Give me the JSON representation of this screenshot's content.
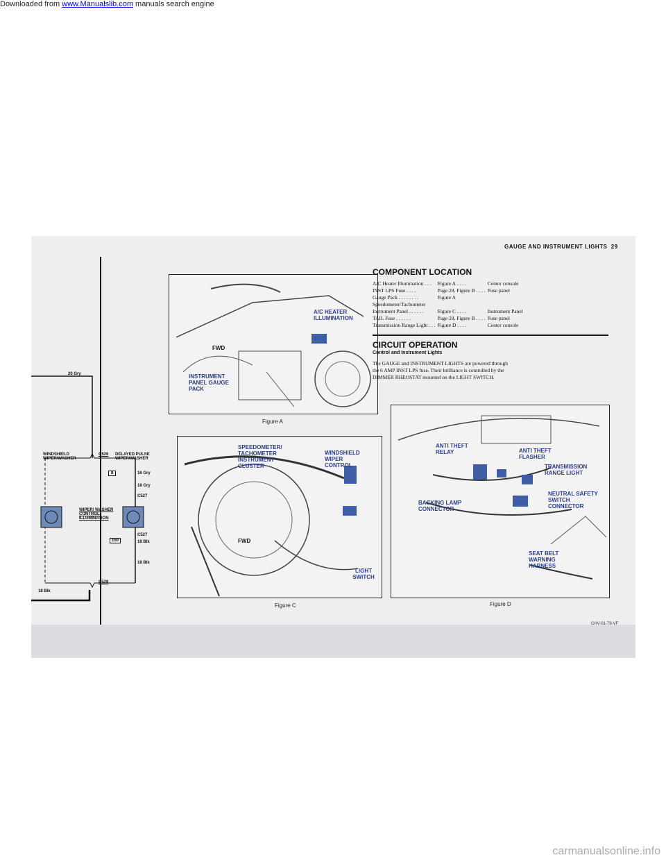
{
  "header": {
    "prefix": "Downloaded from ",
    "link_text": "www.Manualslib.com",
    "suffix": " manuals search engine"
  },
  "footer": {
    "watermark": "carmanualsonline.info"
  },
  "page": {
    "running_head": "GAUGE AND INSTRUMENT LIGHTS",
    "page_number": "29",
    "page_code": "CHV-01-79-VF"
  },
  "wiring": {
    "wire_top": "20 Gry",
    "wire_bottom": "18 Blk",
    "connector_top": "C526",
    "connector_bottom": "C526",
    "label_left": "WINDSHIELD WIPER/WASHER",
    "label_right": "DELAYED PULSE WIPER/WASHER",
    "box_a": "8",
    "box_b": "150",
    "wire_a": "16 Gry",
    "wire_b": "18 Gry",
    "conn_a": "C527",
    "conn_b": "C527",
    "wire_c": "18 Blk",
    "wire_d": "18 Blk",
    "center_label": "WIPER/ WASHER CONTROL ILLUMINATION"
  },
  "figure_a": {
    "caption": "Figure A",
    "label_ac": "A/C HEATER ILLUMINATION",
    "label_fwd": "FWD",
    "label_panel": "INSTRUMENT PANEL GAUGE PACK"
  },
  "figure_c": {
    "caption": "Figure C",
    "label_speedo": "SPEEDOMETER/ TACHOMETER INSTRUMENT CLUSTER",
    "label_wiper": "WINDSHIELD WIPER CONTROL",
    "label_fwd": "FWD",
    "label_light": "LIGHT SWITCH"
  },
  "figure_d": {
    "caption": "Figure D",
    "label_relay": "ANTI THEFT RELAY",
    "label_flasher": "ANTI THEFT FLASHER",
    "label_trans": "TRANSMISSION RANGE LIGHT",
    "label_neutral": "NEUTRAL SAFETY SWITCH CONNECTOR",
    "label_backing": "BACKING LAMP CONNECTOR",
    "label_seat": "SEAT BELT WARNING HARNESS"
  },
  "component_location": {
    "title": "COMPONENT LOCATION",
    "rows": [
      {
        "name": "A/C Heater Illumination . . .",
        "ref": "Figure A . . . .",
        "loc": "Center console"
      },
      {
        "name": "INST LPS Fuse . . . .",
        "ref": "Page 28, Figure B . . . .",
        "loc": "Fuse panel"
      },
      {
        "name": "Gauge Pack . . . . . . . .",
        "ref": "Figure A",
        "loc": ""
      },
      {
        "name": "Speedometer/Tachometer",
        "ref": "",
        "loc": ""
      },
      {
        "name": "Instrument Panel . . . . . .",
        "ref": "Figure C . . . .",
        "loc": "Instrument Panel"
      },
      {
        "name": "TAIL Fuse . . . . . .",
        "ref": "Page 28, Figure B . . . .",
        "loc": "Fuse panel"
      },
      {
        "name": "Transmission Range Light . . .",
        "ref": "Figure D . . . .",
        "loc": "Center console"
      }
    ]
  },
  "circuit_operation": {
    "title": "CIRCUIT OPERATION",
    "subtitle": "Control and Instrument Lights",
    "text": "The GAUGE and INSTRUMENT LIGHTS are powered through the 6 AMP INST LPS fuse. Their brilliance is controlled by the DIMMER RHEOSTAT mounted on the LIGHT SWITCH."
  }
}
